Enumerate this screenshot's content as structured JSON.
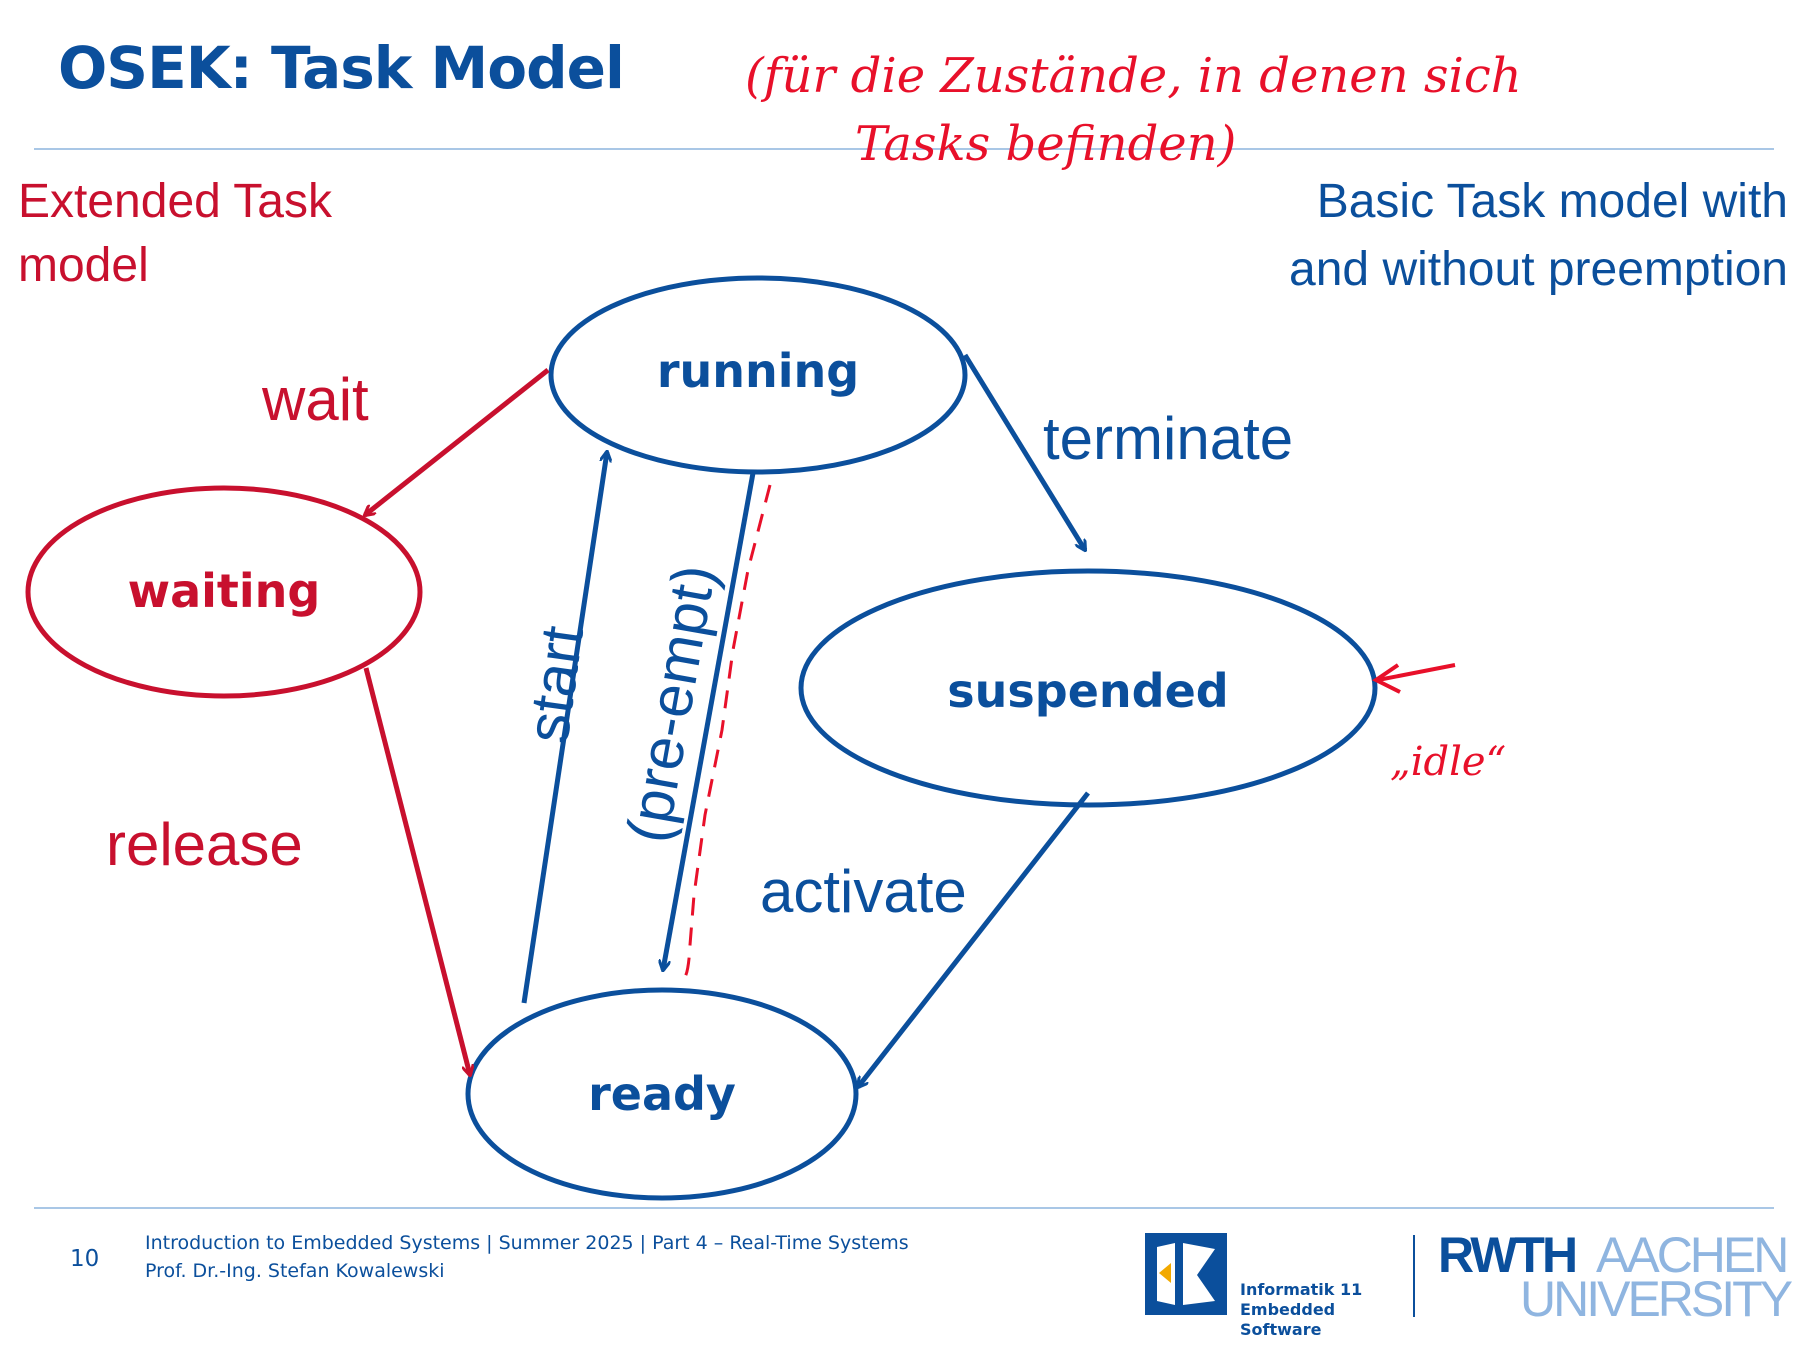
{
  "slide": {
    "title": "OSEK: Task Model",
    "extended_label": "Extended Task model",
    "basic_label_line1": "Basic Task model with",
    "basic_label_line2": "and without preemption"
  },
  "states": {
    "running": "running",
    "waiting": "waiting",
    "suspended": "suspended",
    "ready": "ready"
  },
  "transitions": {
    "wait": "wait",
    "release": "release",
    "start": "start",
    "preempt": "(pre-empt)",
    "terminate": "terminate",
    "activate": "activate"
  },
  "annotations": {
    "note_line1": "(für die Zustände, in denen sich",
    "note_line2": "Tasks befinden)",
    "idle": "„idle“"
  },
  "colors": {
    "basic": "#0b4f9c",
    "extended": "#c8102e",
    "handwriting": "#e8102a"
  },
  "footer": {
    "page_number": "10",
    "course_line": "Introduction to Embedded Systems | Summer 2025 | Part 4 – Real-Time Systems",
    "author_line": "Prof. Dr.-Ing. Stefan Kowalewski",
    "institute_line1": "Informatik 11",
    "institute_line2": "Embedded Software",
    "university_rwth": "RWTH",
    "university_aachen": "AACHEN",
    "university_word": "UNIVERSITY"
  }
}
